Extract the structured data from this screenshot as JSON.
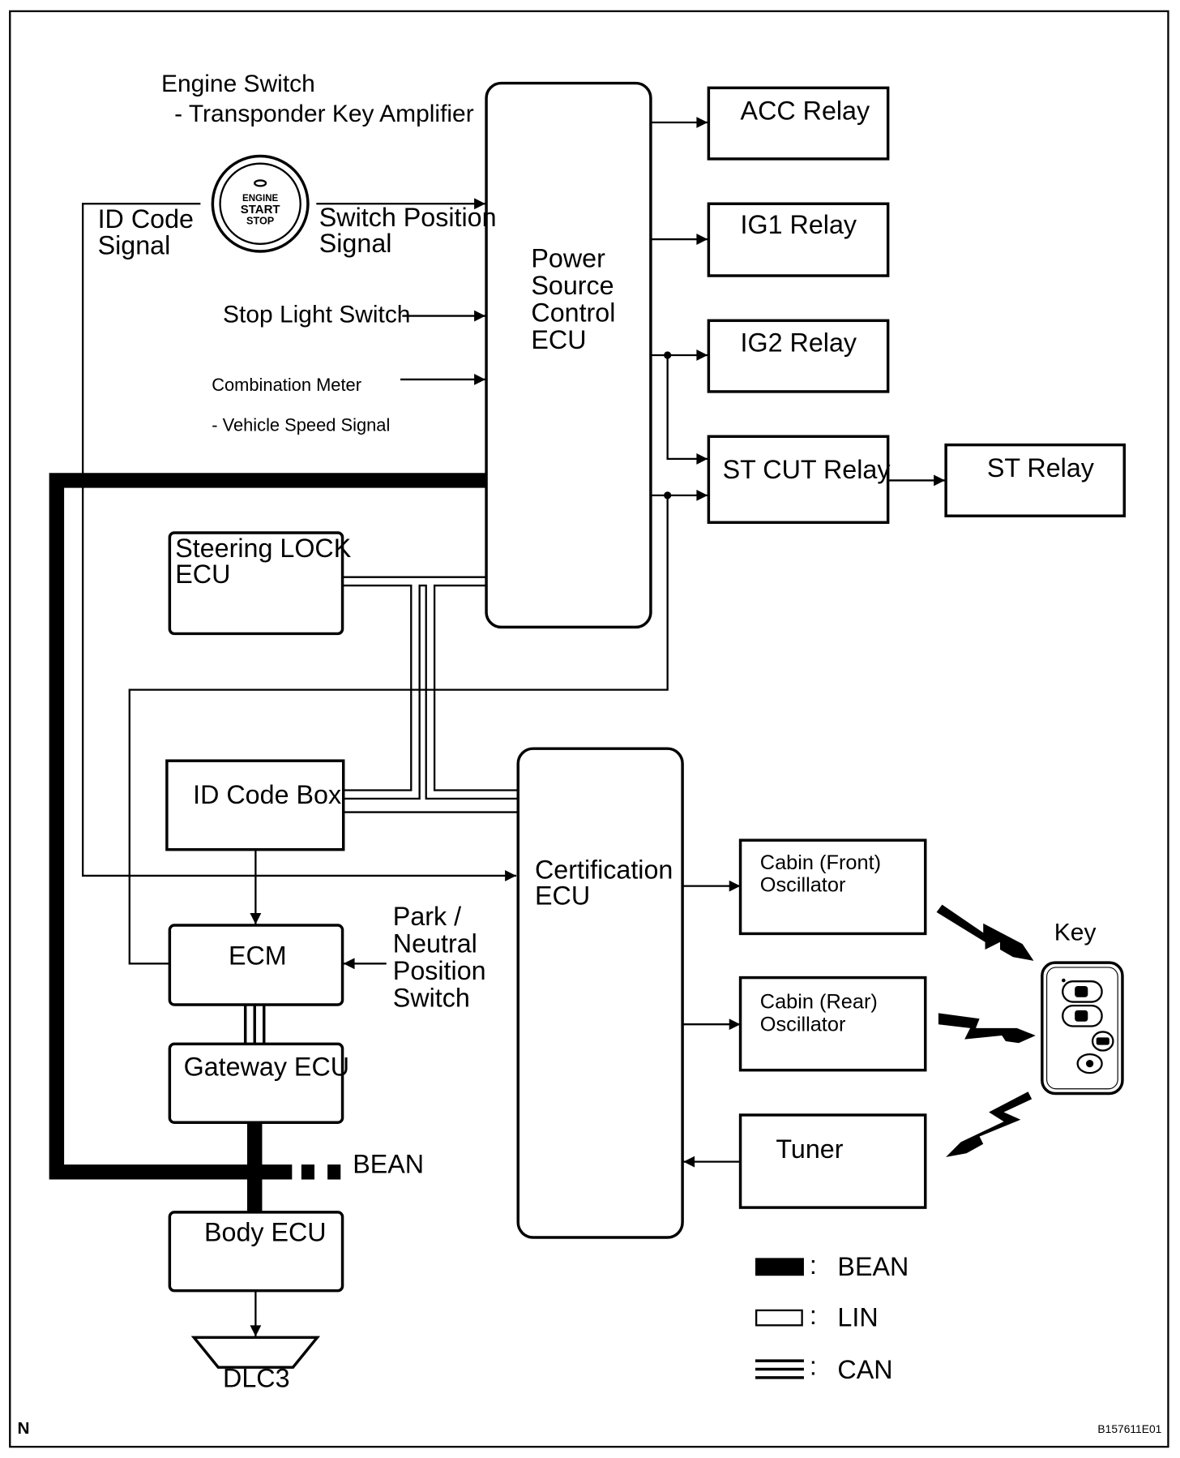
{
  "labels": {
    "engine_switch": "Engine Switch",
    "transponder": "- Transponder Key Amplifier",
    "id_code_signal_1": "ID Code",
    "id_code_signal_2": "Signal",
    "switch_position_1": "Switch Position",
    "switch_position_2": "Signal",
    "stop_light_switch": "Stop Light Switch",
    "combination_meter": "Combination Meter",
    "vehicle_speed_signal": "- Vehicle Speed Signal",
    "park_neutral_1": "Park /",
    "park_neutral_2": "Neutral",
    "park_neutral_3": "Position",
    "park_neutral_4": "Switch",
    "bean_bus": "BEAN",
    "key": "Key",
    "engine_button_1": "ENGINE",
    "engine_button_2": "START",
    "engine_button_3": "STOP",
    "corner_left": "N",
    "corner_right": "B157611E01"
  },
  "boxes": {
    "power_source_1": "Power",
    "power_source_2": "Source",
    "power_source_3": "Control",
    "power_source_4": "ECU",
    "acc_relay": "ACC Relay",
    "ig1_relay": "IG1 Relay",
    "ig2_relay": "IG2 Relay",
    "st_cut_relay": "ST CUT Relay",
    "st_relay": "ST Relay",
    "steering_lock_1": "Steering LOCK",
    "steering_lock_2": "ECU",
    "id_code_box": "ID Code Box",
    "ecm": "ECM",
    "gateway_ecu": "Gateway ECU",
    "body_ecu": "Body ECU",
    "dlc3": "DLC3",
    "certification_1": "Certification",
    "certification_2": "ECU",
    "cabin_front_1": "Cabin (Front)",
    "cabin_front_2": "Oscillator",
    "cabin_rear_1": "Cabin (Rear)",
    "cabin_rear_2": "Oscillator",
    "tuner": "Tuner"
  },
  "legend": {
    "separator": ":",
    "bean": "BEAN",
    "lin": "LIN",
    "can": "CAN"
  }
}
